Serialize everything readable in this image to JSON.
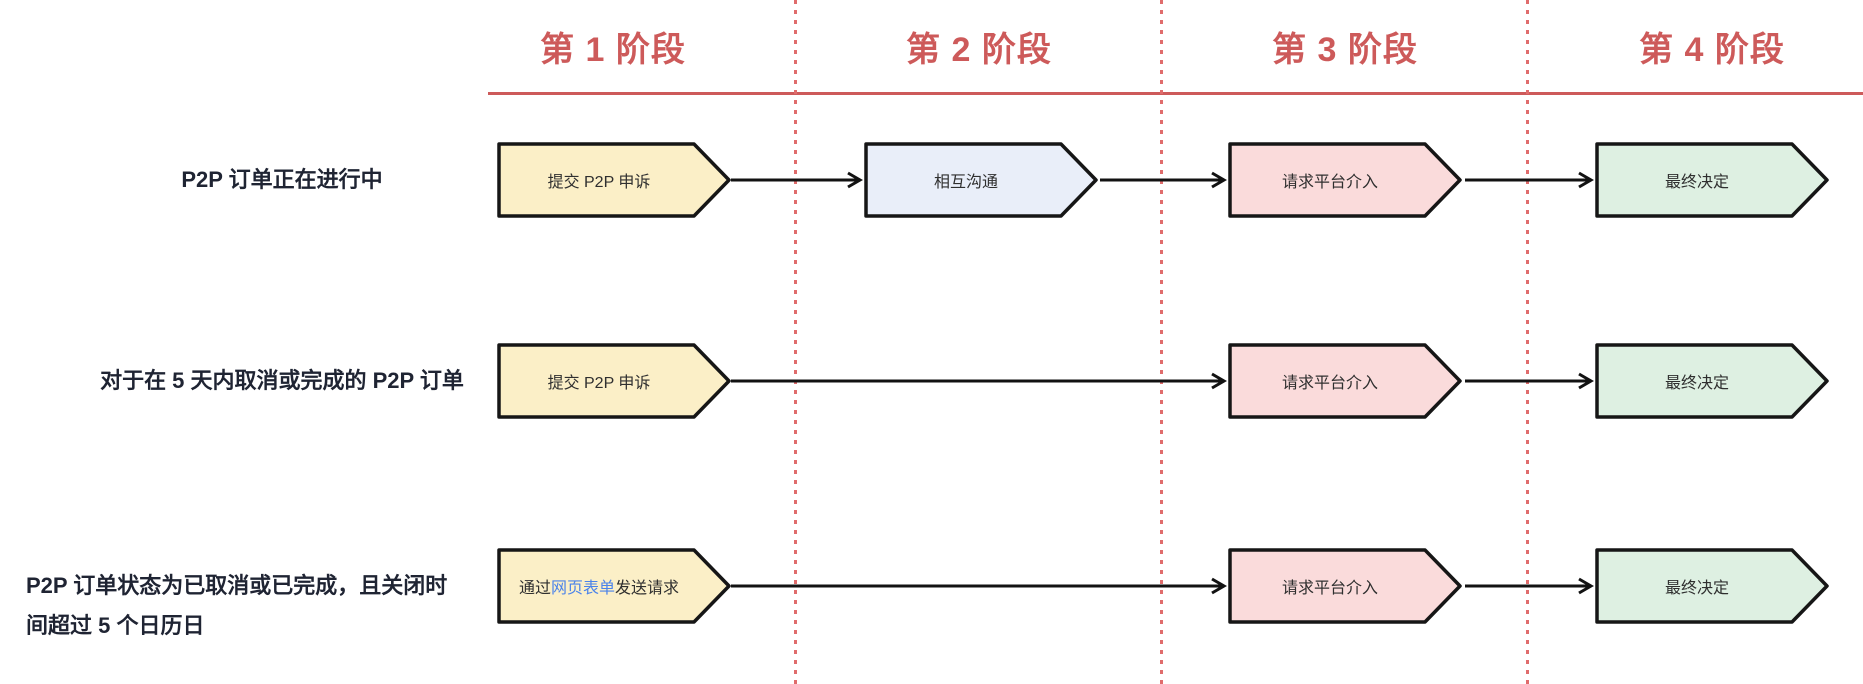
{
  "palette": {
    "stage_red": "#cd5a5a",
    "divider_dot_red": "#e06c6c",
    "shape_border": "#161616",
    "yellow_fill": "#fbefc7",
    "blue_fill": "#e9eef9",
    "pink_fill": "#fadbdb",
    "green_fill": "#def0e2",
    "row_label_color": "#1f2433",
    "shape_text_color": "#2f2f2f",
    "link_blue": "#4b83ea"
  },
  "stages": {
    "s1": "第 1 阶段",
    "s2": "第 2 阶段",
    "s3": "第 3 阶段",
    "s4": "第 4 阶段"
  },
  "rows": [
    {
      "label": "P2P 订单正在进行中",
      "steps": {
        "submit": "提交 P2P 申诉",
        "communicate": "相互沟通",
        "platform": "请求平台介入",
        "final": "最终决定"
      }
    },
    {
      "label": "对于在 5 天内取消或完成的 P2P 订单",
      "steps": {
        "submit": "提交 P2P 申诉",
        "platform": "请求平台介入",
        "final": "最终决定"
      }
    },
    {
      "label": "P2P 订单状态为已取消或已完成，且关闭时间超过 5 个日历日",
      "steps": {
        "send_request": {
          "prefix": "通过",
          "link": "网页表单",
          "suffix": "发送请求"
        },
        "platform": "请求平台介入",
        "final": "最终决定"
      }
    }
  ]
}
